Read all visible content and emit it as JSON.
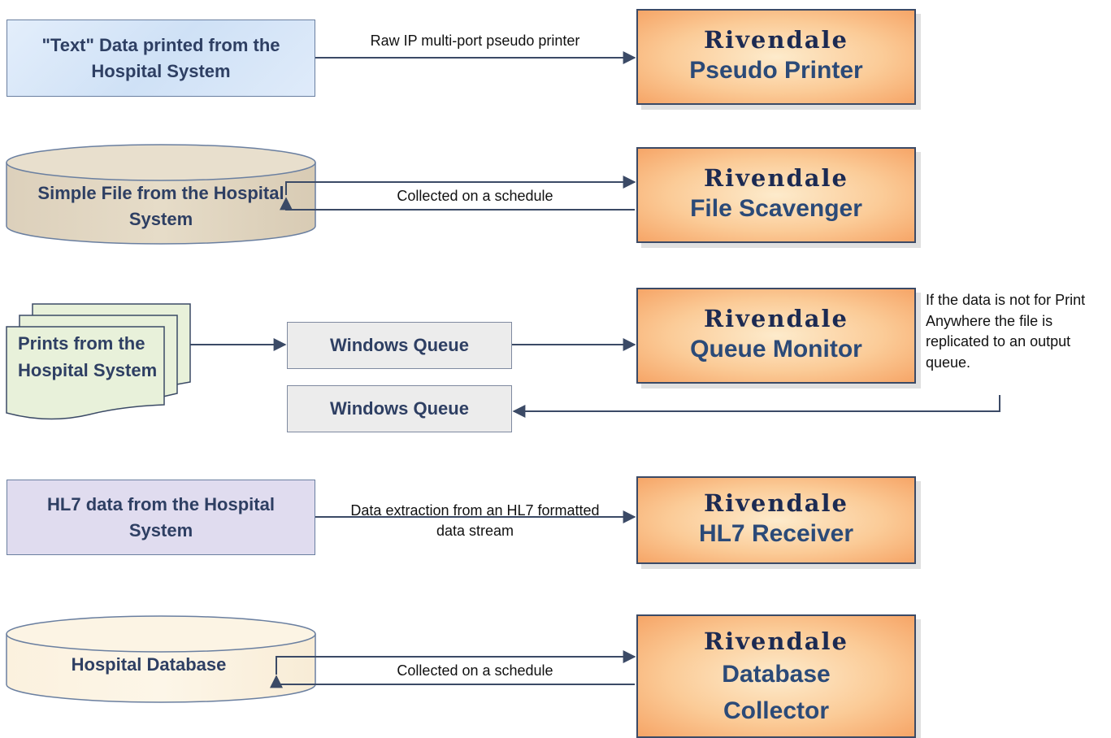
{
  "rows": {
    "text_print": {
      "source": "\"Text\" Data printed from the Hospital System",
      "connector": "Raw IP multi-port pseudo printer",
      "brand": "Rivendale",
      "product": "Pseudo Printer"
    },
    "file": {
      "source": "Simple File from the Hospital System",
      "connector": "Collected on a schedule",
      "brand": "Rivendale",
      "product": "File Scavenger"
    },
    "queue": {
      "source": "Prints from the Hospital System",
      "queue_in": "Windows Queue",
      "queue_out": "Windows Queue",
      "brand": "Rivendale",
      "product": "Queue Monitor",
      "note": "If the data is not for Print Anywhere the file is replicated to an output queue."
    },
    "hl7": {
      "source": "HL7 data from the Hospital System",
      "connector": "Data extraction from an HL7 formatted data stream",
      "brand": "Rivendale",
      "product": "HL7 Receiver"
    },
    "database": {
      "source": "Hospital Database",
      "connector": "Collected on a schedule",
      "brand": "Rivendale",
      "product": "Database Collector"
    }
  },
  "colors": {
    "box_text": "#2e3f63",
    "brand": "#1c2a52",
    "product": "#2b4a78",
    "arrow": "#3b4a66",
    "rivendale_fill": "#fbcb97"
  }
}
